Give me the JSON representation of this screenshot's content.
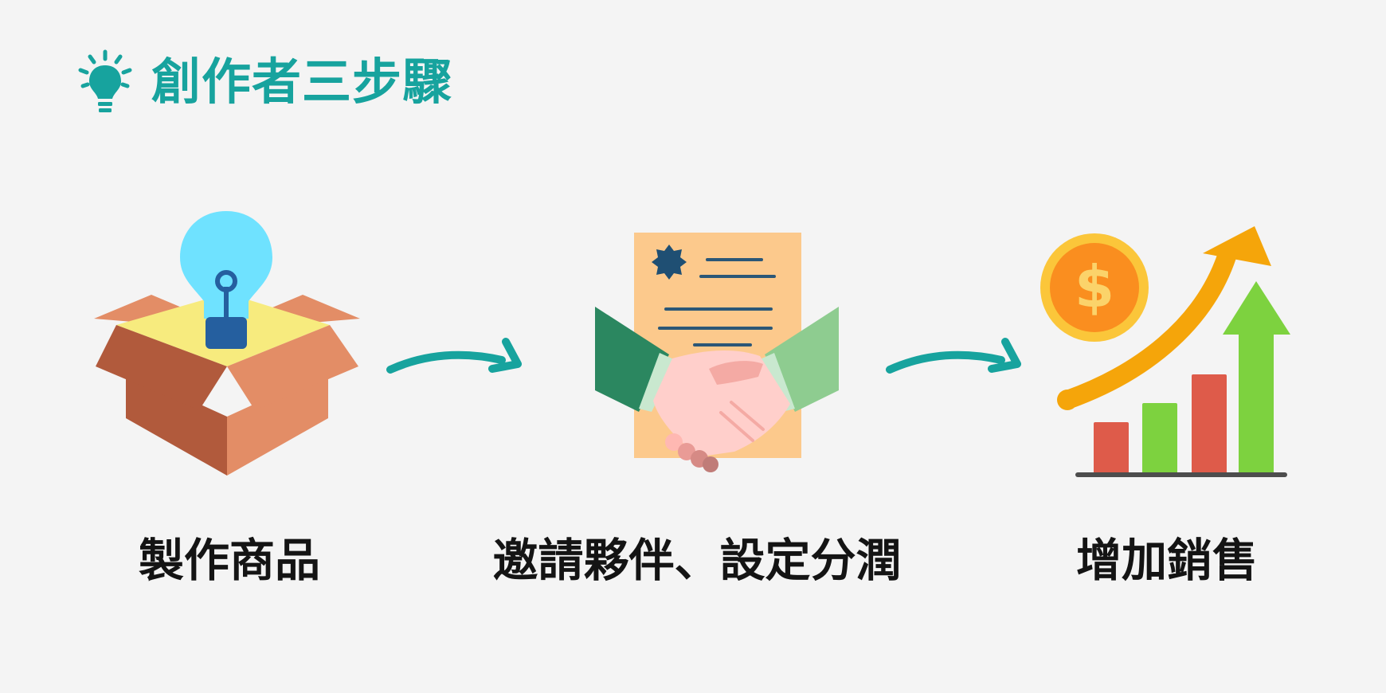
{
  "header": {
    "icon": "lightbulb-icon",
    "title": "創作者三步驟",
    "accent_color": "#17a39e"
  },
  "steps": [
    {
      "label": "製作商品",
      "icon": "product-box-lightbulb-icon"
    },
    {
      "label": "邀請夥伴、設定分潤",
      "icon": "handshake-contract-icon"
    },
    {
      "label": "增加銷售",
      "icon": "sales-growth-chart-icon"
    }
  ],
  "connectors": [
    "arrow-right-icon",
    "arrow-right-icon"
  ]
}
